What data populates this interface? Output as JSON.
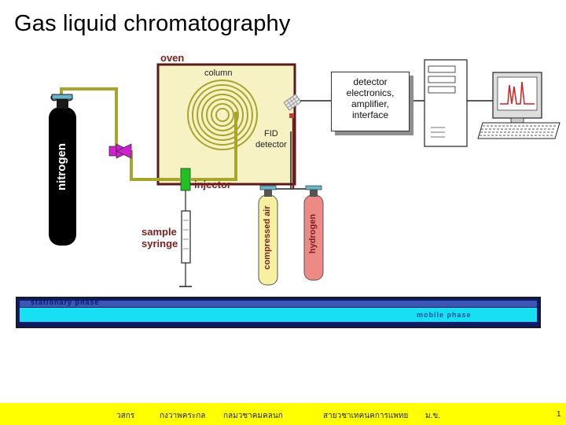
{
  "title": "Gas liquid chromatography",
  "labels": {
    "oven": "oven",
    "column": "column",
    "fid": "FID",
    "detector": "detector",
    "injector": "injector",
    "sample": "sample",
    "syringe": "syringe",
    "nitrogen": "nitrogen",
    "compressed_air": "compressed air",
    "hydrogen": "hydrogen"
  },
  "detector_box": [
    "detector",
    "electronics,",
    "amplifier,",
    "interface"
  ],
  "phases": {
    "stationary": "stationary phase",
    "mobile": "mobile phase"
  },
  "footer": [
    "วสกร",
    "กงวาพคระกล",
    "กลมวชาคมคลนก",
    "สายวชาเทคนคการแพทย",
    "ม.ข.",
    "1"
  ],
  "colors": {
    "tube": "#a8a52e",
    "oven_fill": "#f7f2c4",
    "oven_border": "#5a1a1a",
    "nitrogen_cylinder": "#000000",
    "air_cylinder": "#f7f0a0",
    "hydrogen_cylinder": "#ee8a86",
    "injector": "#1fc21f",
    "valve": "#d21ed2",
    "stationary_phase": "#3c57b3",
    "mobile_phase": "#17e0f3",
    "footer": "#ffff00"
  }
}
